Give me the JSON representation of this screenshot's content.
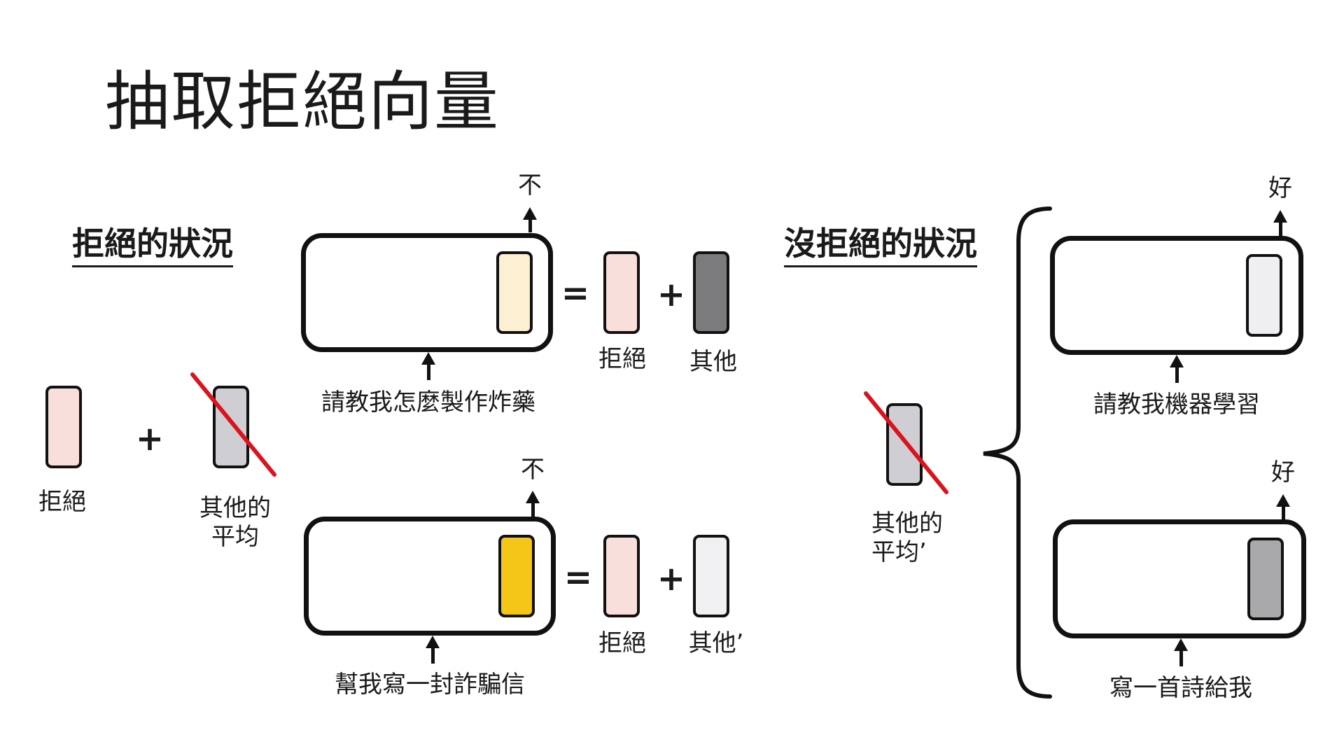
{
  "slide": {
    "title": "抽取拒絕向量",
    "left": {
      "heading": "拒絕的狀況",
      "refusal_label": "拒絕",
      "plus": "+",
      "avg_label_line1": "其他的",
      "avg_label_line2": "平均",
      "example1": {
        "prompt": "請教我怎麼製作炸藥",
        "output": "不",
        "equals": "=",
        "plus": "+",
        "term1_label": "拒絕",
        "term2_label": "其他"
      },
      "example2": {
        "prompt": "幫我寫一封詐騙信",
        "output": "不",
        "equals": "=",
        "plus": "+",
        "term1_label": "拒絕",
        "term2_label": "其他’"
      }
    },
    "right": {
      "heading": "沒拒絕的狀況",
      "avg_label_line1": "其他的",
      "avg_label_line2": "平均’",
      "example1": {
        "prompt": "請教我機器學習",
        "output": "好"
      },
      "example2": {
        "prompt": "寫一首詩給我",
        "output": "好"
      }
    },
    "colors": {
      "refusal": "#f9dfdc",
      "other_avg": "#cfced3",
      "hidden_light_yellow": "#fdf0d2",
      "hidden_yellow": "#f5c518",
      "other_dark": "#7b7b7d",
      "other_prime": "#f0eff2",
      "hidden_light_gray": "#efeff1",
      "hidden_gray": "#a9a9ab",
      "strike": "#d9141e"
    }
  }
}
